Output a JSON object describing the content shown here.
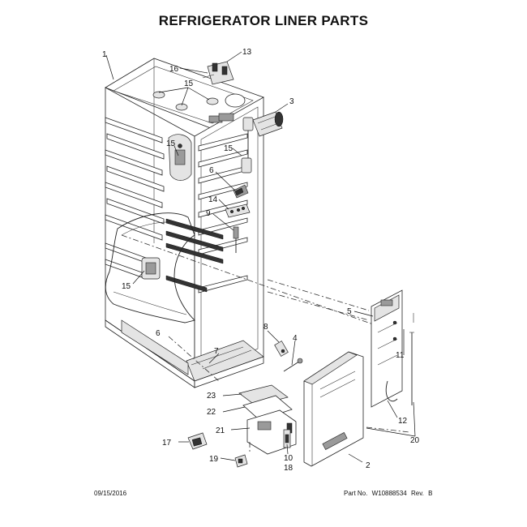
{
  "title": "REFRIGERATOR LINER PARTS",
  "footer": {
    "date": "09/15/2016",
    "part_label": "Part No.",
    "part_number": "W10888534",
    "rev_label": "Rev.",
    "rev_value": "B"
  },
  "callouts": {
    "c1": "1",
    "c2": "2",
    "c3": "3",
    "c4": "4",
    "c5": "5",
    "c6a": "6",
    "c6b": "6",
    "c7": "7",
    "c8": "8",
    "c9": "9",
    "c10": "10",
    "c11": "11",
    "c12": "12",
    "c13": "13",
    "c14": "14",
    "c15a": "15",
    "c15b": "15",
    "c15c": "15",
    "c15d": "15",
    "c16": "16",
    "c17": "17",
    "c18": "18",
    "c19": "19",
    "c20": "20",
    "c21": "21",
    "c22": "22",
    "c23": "23"
  }
}
